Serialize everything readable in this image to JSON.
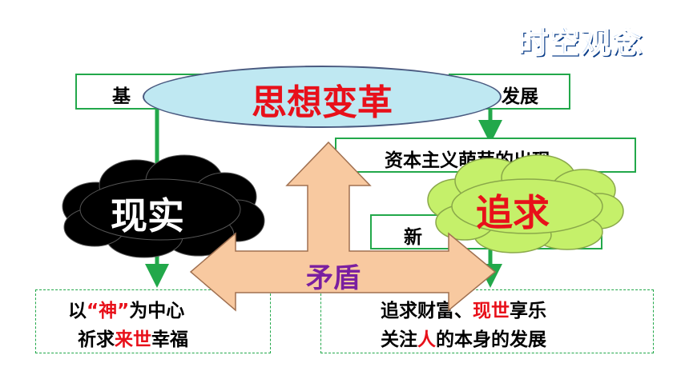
{
  "corner_title": "时空观念",
  "top_left_box": {
    "text": "基"
  },
  "top_right_box": {
    "text": "发展"
  },
  "middle_box": {
    "text": "资本主义萌芽的出现"
  },
  "lower_box": {
    "text": "新"
  },
  "center_oval": {
    "text": "思想变革"
  },
  "cloud_left": {
    "text": "现实"
  },
  "cloud_right": {
    "text": "追求"
  },
  "arrow_label": {
    "text": "矛盾"
  },
  "bottom_left_box": {
    "line1": {
      "p1": "以",
      "q1": "“",
      "h1": "神",
      "q2": "”",
      "p2": "为中心"
    },
    "line2": {
      "p1": "祈求",
      "h1": "来世",
      "p2": "幸福"
    }
  },
  "bottom_right_box": {
    "line1": {
      "p1": "追求财富、",
      "h1": "现世",
      "p2": "享乐"
    },
    "line2": {
      "p1": "关注",
      "h1": "人",
      "p2": "的本身的发展"
    }
  },
  "colors": {
    "green_border": "#22a84a",
    "title_blue": "#1f6fd8",
    "oval_fill": "#bfe8f2",
    "arrow_fill": "#f8c9a0",
    "label_purple": "#7a1fa0",
    "highlight_red": "#e8101a",
    "cloud_dark": "#000000",
    "cloud_light": "#c5f06a"
  }
}
